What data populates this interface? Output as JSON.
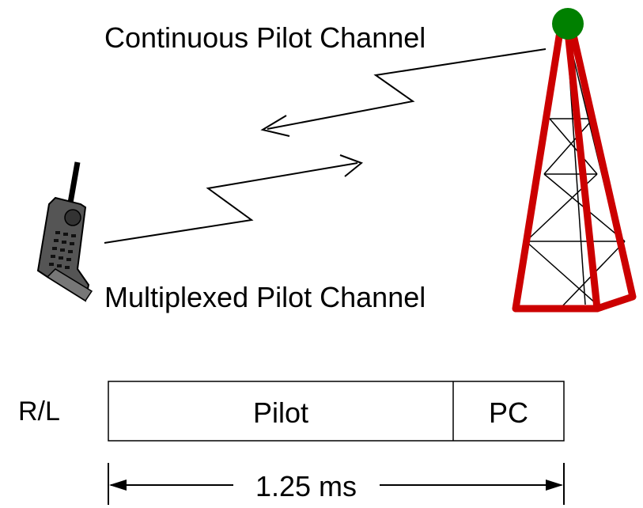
{
  "labels": {
    "forward_channel": "Continuous Pilot Channel",
    "reverse_channel": "Multiplexed Pilot Channel",
    "row_label": "R/L",
    "frame_pilot": "Pilot",
    "frame_pc": "PC",
    "duration": "1.25 ms"
  },
  "colors": {
    "tower": "#cc0000",
    "tower_top": "#008000",
    "phone": "#555555",
    "line": "#000000"
  }
}
